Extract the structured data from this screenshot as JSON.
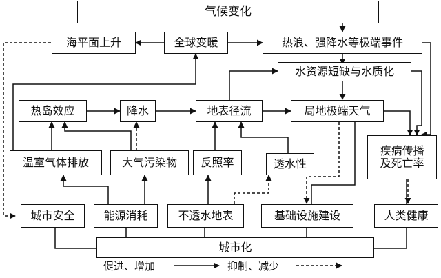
{
  "nodes": {
    "climate_change": "气候变化",
    "sea_level_rise": "海平面上升",
    "global_warming": "全球变暖",
    "extreme_events": "热浪、强降水等极端事件",
    "water_shortage": "水资源短缺与水质化",
    "heat_island": "热岛效应",
    "precipitation": "降水",
    "surface_runoff": "地表径流",
    "local_extreme_weather": "局地极端天气",
    "disease": "疾病传播\n及死亡率",
    "greenhouse_emission": "温室气体排放",
    "air_pollutants": "大气污染物",
    "albedo": "反照率",
    "permeability": "透水性",
    "urban_safety": "城市安全",
    "energy_consumption": "能源消耗",
    "impervious_surface": "不透水地表",
    "infrastructure": "基础设施建设",
    "human_health": "人类健康",
    "urbanization": "城市化"
  },
  "legend": {
    "promote": "促进、增加",
    "inhibit": "抑制、减少"
  }
}
